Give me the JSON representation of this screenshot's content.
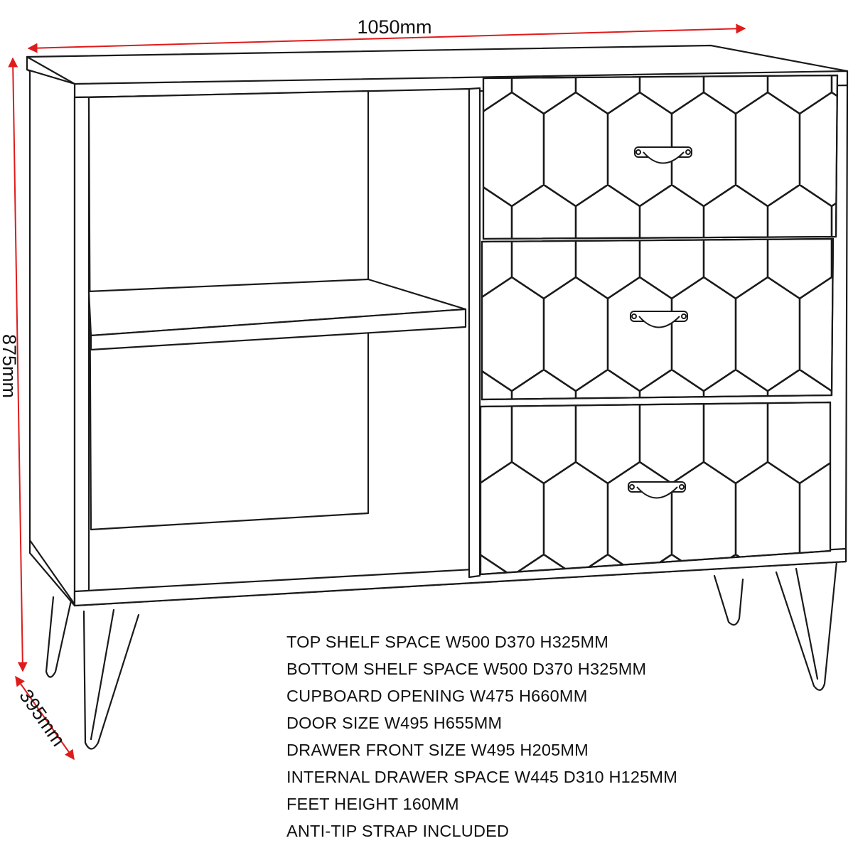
{
  "dimensions": {
    "width": "1050mm",
    "height": "875mm",
    "depth": "395mm"
  },
  "specs": [
    "TOP SHELF SPACE W500 D370 H325MM",
    "BOTTOM SHELF SPACE W500 D370 H325MM",
    "CUPBOARD OPENING W475 H660MM",
    "DOOR SIZE W495 H655MM",
    "DRAWER FRONT SIZE W495 H205MM",
    "INTERNAL DRAWER SPACE W445 D310 H125MM",
    "FEET HEIGHT 160MM",
    "ANTI-TIP STRAP INCLUDED"
  ],
  "colors": {
    "dimension_line": "#e01b1b",
    "outline": "#1a1a1a"
  }
}
